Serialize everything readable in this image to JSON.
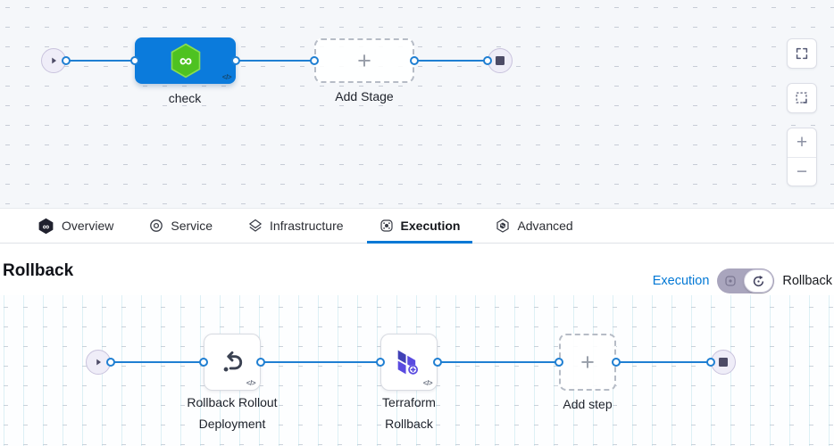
{
  "stage_pipeline": {
    "stage_label": "check",
    "add_stage_label": "Add Stage",
    "code_badge": "</>",
    "plus": "+"
  },
  "canvas_controls": {
    "zoom_in": "+",
    "zoom_out": "−"
  },
  "tabs": [
    {
      "label": "Overview"
    },
    {
      "label": "Service"
    },
    {
      "label": "Infrastructure"
    },
    {
      "label": "Execution"
    },
    {
      "label": "Advanced"
    }
  ],
  "rollback_section": {
    "title": "Rollback",
    "execution_link": "Execution",
    "rollback_label": "Rollback"
  },
  "step_pipeline": {
    "steps": [
      {
        "label": "Rollback Rollout Deployment"
      },
      {
        "label": "Terraform Rollback"
      }
    ],
    "add_step_label": "Add step",
    "code_badge": "</>",
    "plus": "+"
  },
  "colors": {
    "accent_blue": "#0278d5",
    "stage_blue": "#0b7bdc",
    "harness_green": "#4ec221",
    "terraform_purple": "#5a4be0"
  }
}
